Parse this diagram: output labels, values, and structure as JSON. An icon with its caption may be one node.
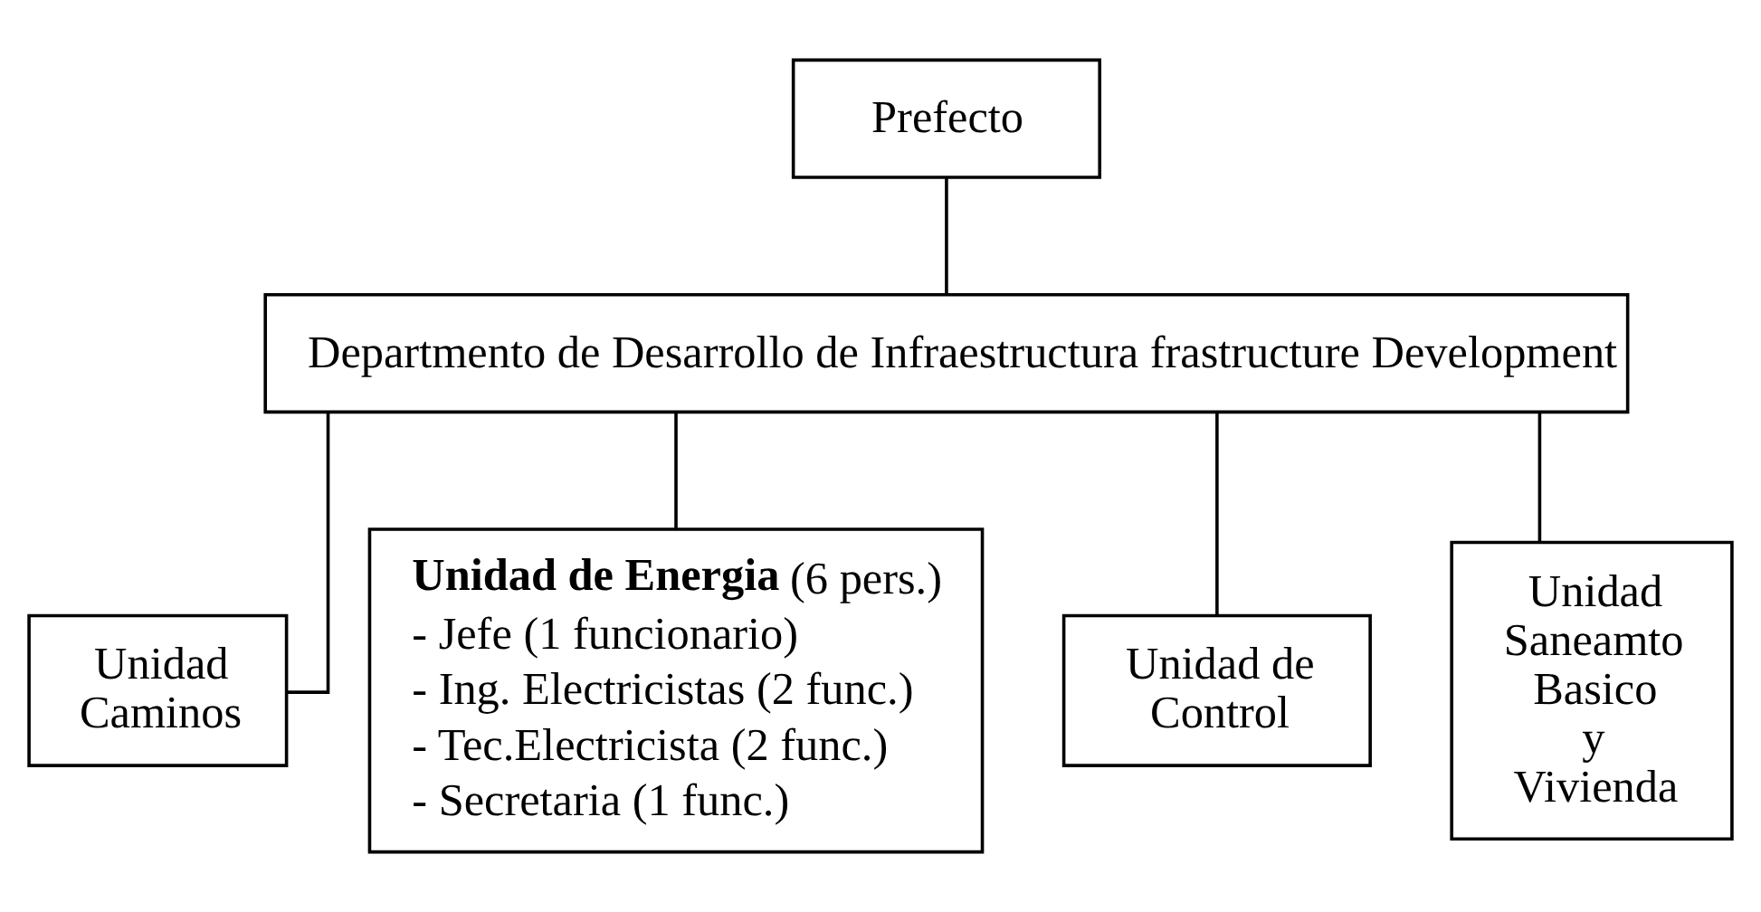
{
  "diagram": {
    "nodes": [
      {
        "text": [
          "Prefecto"
        ]
      },
      {
        "text": [
          "Departmento de Desarrollo de Infraestructura frastructure Development"
        ]
      },
      {
        "text": [
          "Unidad Caminos"
        ]
      },
      {
        "text": [
          "**Unidad de Energia** (6 pers.)",
          "- Jefe (1 funcionario)",
          "- Ing. Electricistas (2 func.)",
          "- Tec.Electricista (2 func.)",
          "- Secretaria (1 func.)"
        ]
      },
      {
        "text": [
          "Unidad de Control"
        ]
      },
      {
        "text": [
          "Unidad Saneamto Basico y Vivienda"
        ]
      }
    ],
    "edges": [
      {
        "from": 0,
        "to": 1,
        "arrow": "none"
      },
      {
        "from": 1,
        "to": 2,
        "arrow": "none"
      },
      {
        "from": 1,
        "to": 3,
        "arrow": "none"
      },
      {
        "from": 1,
        "to": 4,
        "arrow": "none"
      },
      {
        "from": 1,
        "to": 5,
        "arrow": "none"
      }
    ]
  }
}
